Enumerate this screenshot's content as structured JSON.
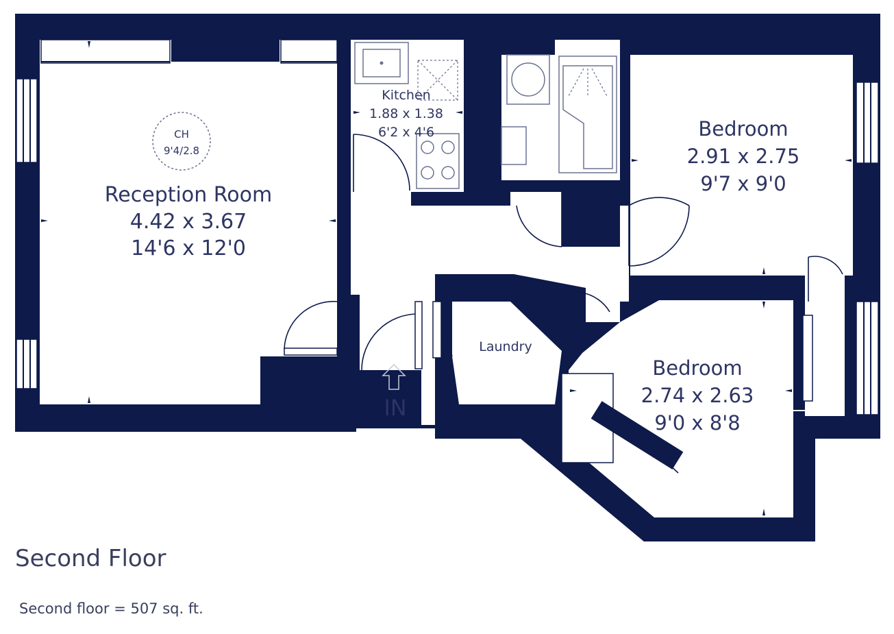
{
  "rooms": {
    "reception": {
      "name": "Reception Room",
      "metric": "4.42 x 3.67",
      "imperial": "14'6 x 12'0"
    },
    "kitchen": {
      "name": "Kitchen",
      "metric": "1.88 x 1.38",
      "imperial": "6'2 x 4'6"
    },
    "bedroom1": {
      "name": "Bedroom",
      "metric": "2.91 x 2.75",
      "imperial": "9'7 x 9'0"
    },
    "bedroom2": {
      "name": "Bedroom",
      "metric": "2.74 x 2.63",
      "imperial": "9'0 x 8'8"
    },
    "laundry": {
      "name": "Laundry"
    }
  },
  "ceiling_height": {
    "line1": "CH",
    "line2": "9'4/2.8"
  },
  "entrance": {
    "label": "IN"
  },
  "floor": {
    "title": "Second Floor",
    "area": "Second floor = 507 sq. ft."
  }
}
